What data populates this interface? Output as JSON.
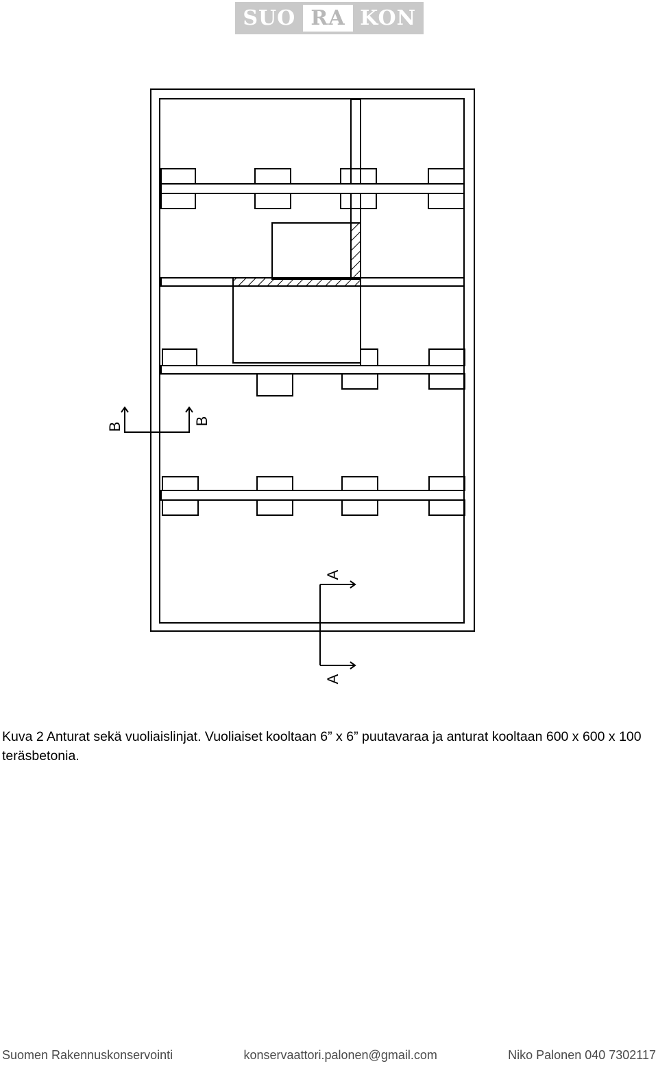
{
  "logo": {
    "parts": [
      "SUO",
      "RA",
      "KON"
    ]
  },
  "drawing": {
    "section_labels": {
      "b_left": "B",
      "b_right": "B",
      "a_top": "A",
      "a_bottom": "A"
    }
  },
  "caption": {
    "text": "Kuva 2 Anturat sekä vuoliaislinjat. Vuoliaiset kooltaan 6” x 6” puutavaraa ja anturat kooltaan 600 x 600 x 100 teräsbetonia."
  },
  "footer": {
    "company": "Suomen Rakennuskonservointi",
    "email": "konservaattori.palonen@gmail.com",
    "contact": "Niko Palonen 040 7302117"
  }
}
